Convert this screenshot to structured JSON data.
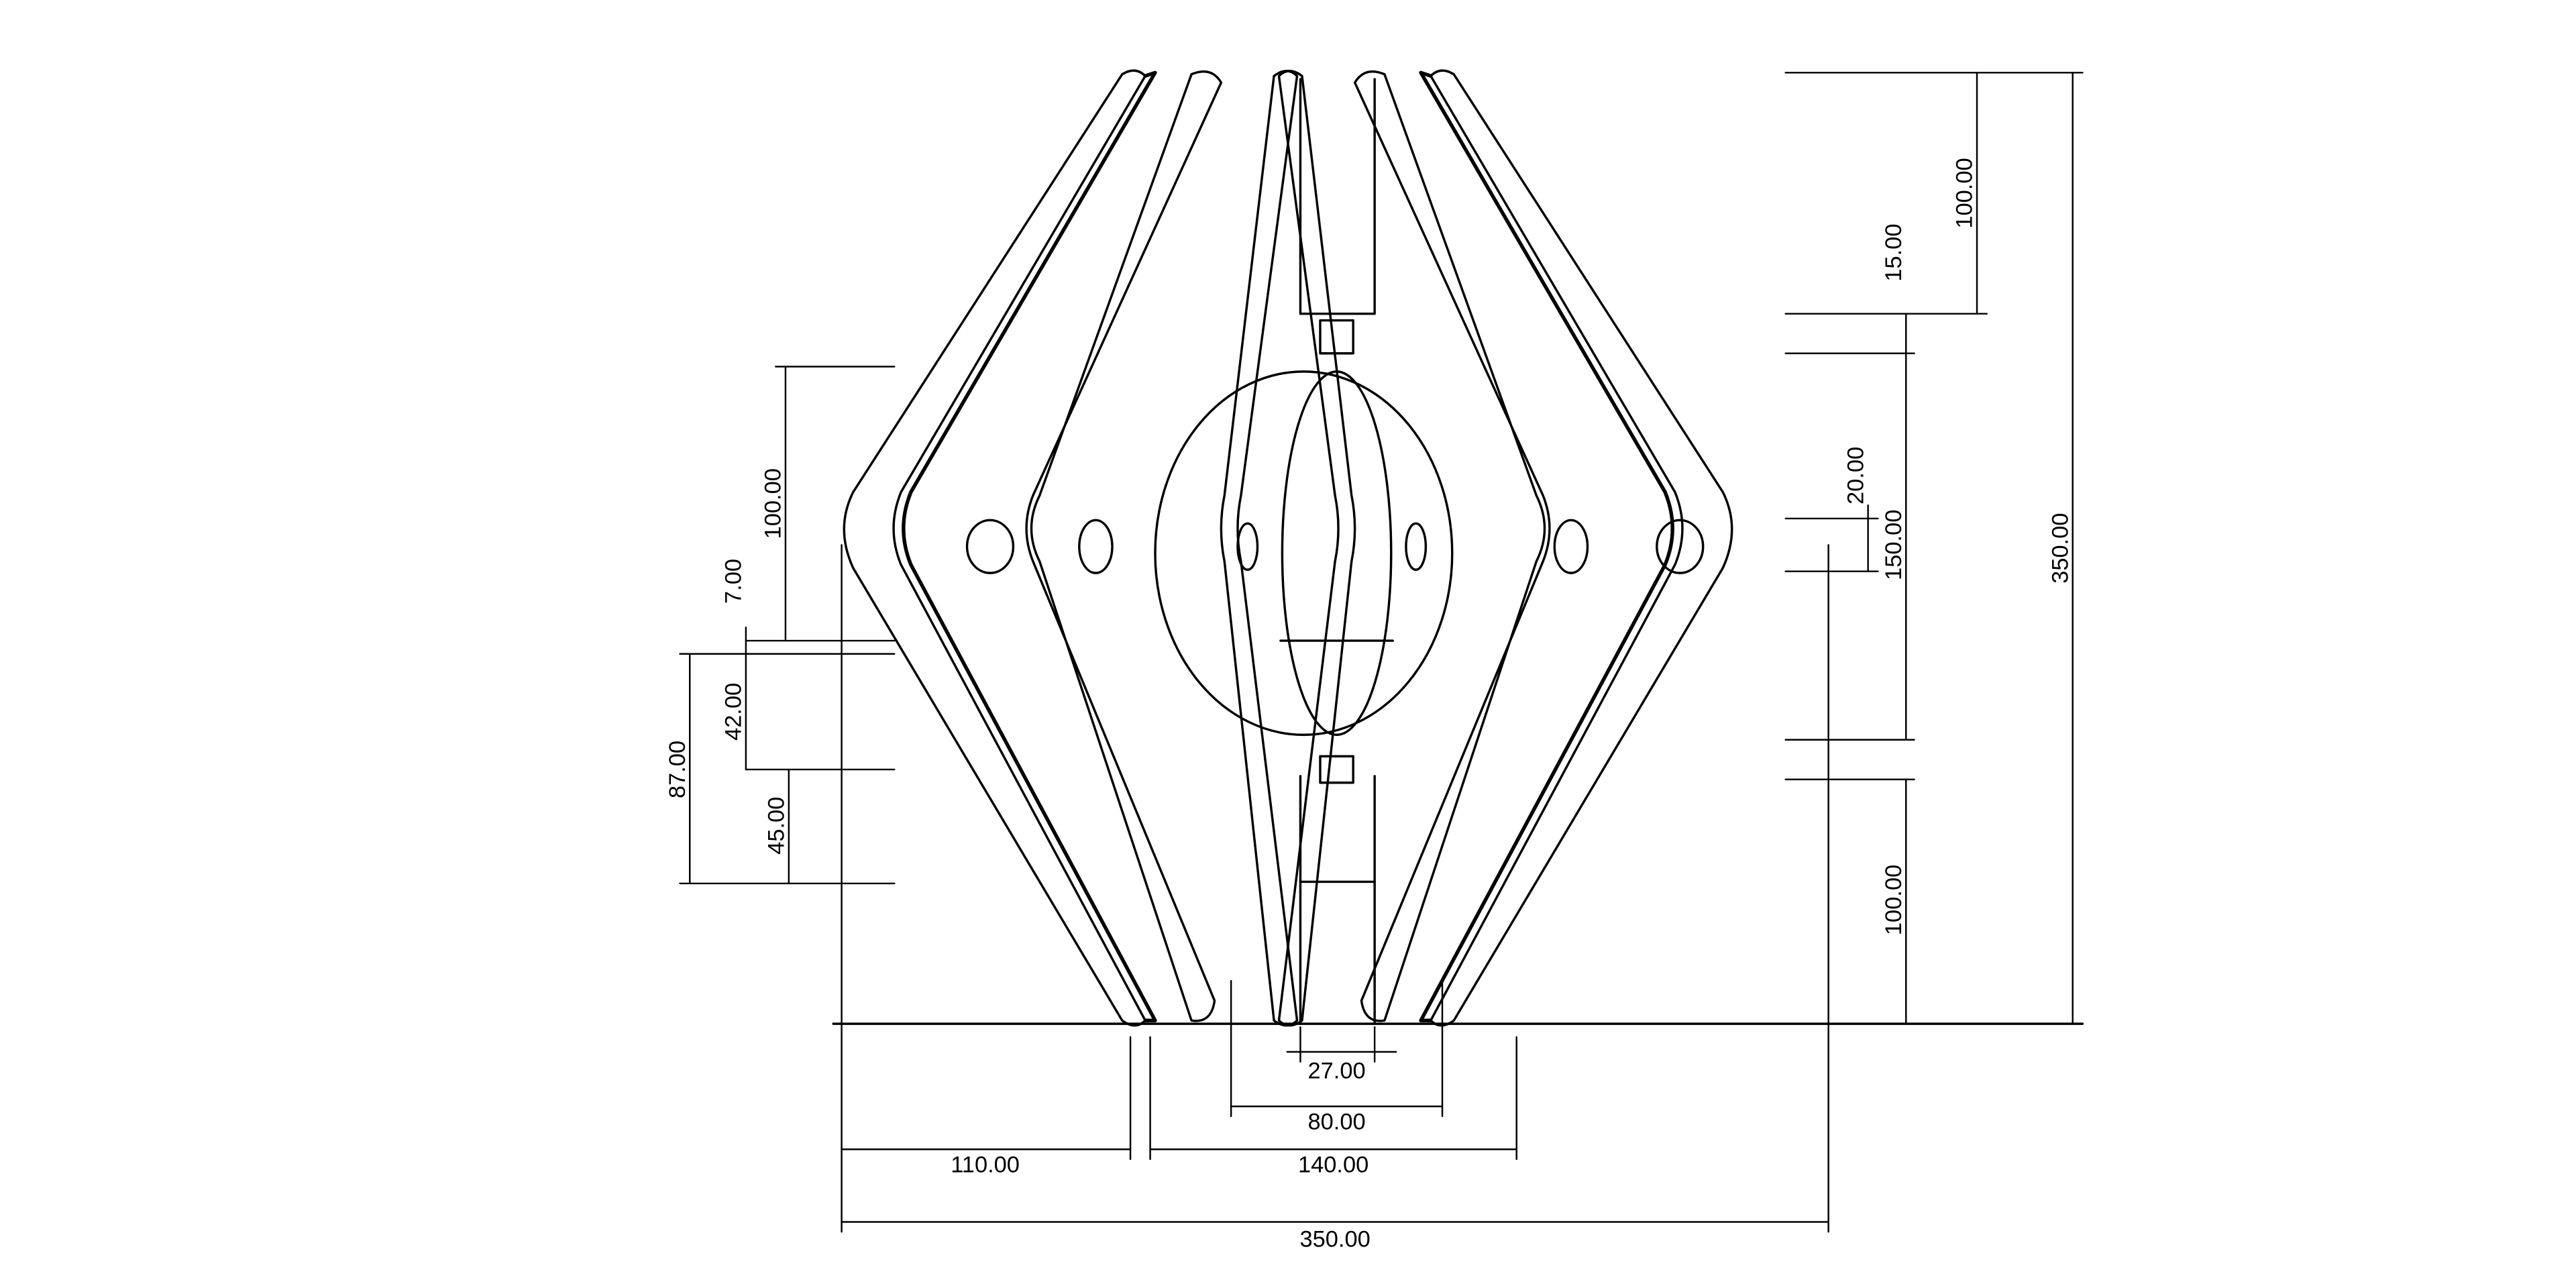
{
  "drawing": {
    "line_color": "#000000",
    "background": "#ffffff",
    "dimensions": {
      "bottom_total_width": "350.00",
      "bottom_left_width": "110.00",
      "bottom_center_width": "140.00",
      "bottom_inner_width": "80.00",
      "bottom_slot_width": "27.00",
      "right_total_height": "350.00",
      "right_top_height": "100.00",
      "right_gap_top": "15.00",
      "right_middle_height": "150.00",
      "right_tip_height": "20.00",
      "right_bottom_height": "100.00",
      "left_upper_height": "100.00",
      "left_gap": "7.00",
      "left_middle_height": "42.00",
      "left_lower_height": "45.00",
      "left_combined_height": "87.00"
    }
  }
}
